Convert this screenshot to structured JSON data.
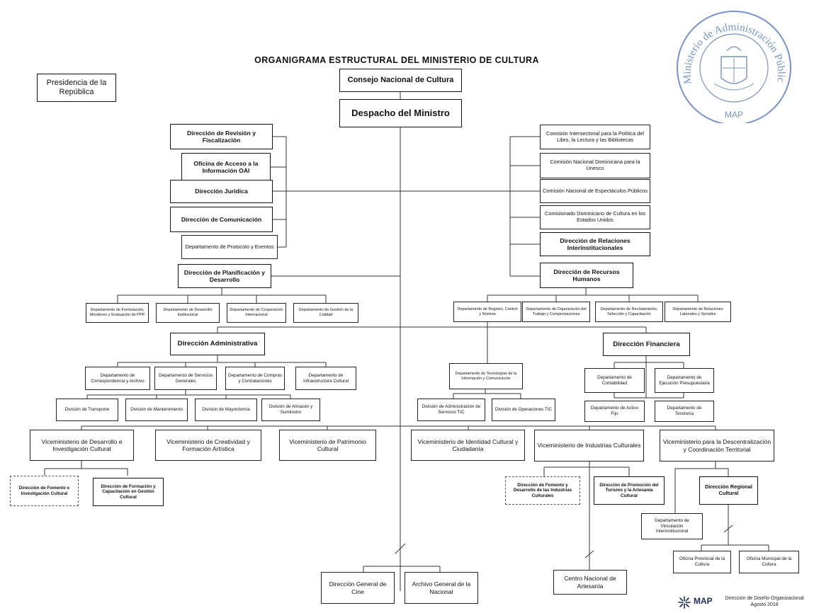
{
  "title": "ORGANIGRAMA ESTRUCTURAL DEL MINISTERIO DE CULTURA",
  "nodes": {
    "presidencia": "Presidencia de la República",
    "consejo": "Consejo Nacional de Cultura",
    "despacho": "Despacho del Ministro",
    "revision": "Dirección de Revisión y Fiscalización",
    "oai": "Oficina de Acceso a la Información OAI",
    "juridica": "Dirección Jurídica",
    "comunicacion": "Dirección de Comunicación",
    "protocolo": "Departamento de Protocolo y Eventos",
    "planificacion": "Dirección de Planificación y Desarrollo",
    "formulacion": "Departamento de Formulación, Monitoreo y Evaluación de PPP",
    "desarrollo_inst": "Departamento de Desarrollo Institucional",
    "cooperacion": "Departamento de Cooperación Internacional",
    "gestion_calidad": "Departamento de Gestión de la Calidad",
    "comision_libro": "Comisión Intersectorial para la Política del Libro, la Lectura y las Bibliotecas",
    "comision_unesco": "Comisión Nacional Dominicana para la Unesco",
    "comision_espectaculos": "Comisión Nacional de Espectáculos Públicos",
    "comisionado_eeuu": "Comisionado Dominicano de Cultura en los Estados Unidos",
    "relaciones_inter": "Dirección de Relaciones Interinstitucionales",
    "rrhh": "Dirección de Recursos Humanos",
    "registro": "Departamento de Registro, Control y Nómina",
    "organizacion_trabajo": "Departamento de Organización del Trabajo y Compensaciones",
    "reclutamiento": "Departamento de Reclutamiento, Selección y Capacitación",
    "relaciones_laborales": "Departamento de Relaciones Laborales y Sociales",
    "administrativa": "Dirección Administrativa",
    "financiera": "Dirección Financiera",
    "correspondencia": "Departamento de Correspondencia y Archivo",
    "servicios_generales": "Departamento de Servicios Generales",
    "compras": "Departamento de Compras y Contrataciones",
    "infraestructura": "Departamento de Infraestructura Cultural",
    "transporte": "División de Transporte",
    "mantenimiento": "División de Mantenimiento",
    "mayordomia": "División de Mayordomía",
    "almacen": "División de Almacén y Suministro",
    "tic": "Departamento de Tecnologías de la Información y Comunicación",
    "admin_servicios_tic": "División de Administración de Servicios TIC",
    "operaciones_tic": "División de Operaciones TIC",
    "contabilidad": "Departamento de Contabilidad",
    "ejecucion_presupuestaria": "Departamento de Ejecución Presupuestaria",
    "activo_fijo": "Departamento de Activo Fijo",
    "tesoreria": "Departamento de Tesorería",
    "vm_desarrollo": "Viceministerio de Desarrollo e Investigación Cultural",
    "vm_creatividad": "Viceministerio de Creatividad y Formación Artística",
    "vm_patrimonio": "Viceministerio de Patrimonio Cultural",
    "vm_identidad": "Viceministerio de Identidad Cultural y Ciudadanía",
    "vm_industrias": "Viceministerio de Industrias Culturales",
    "vm_descentralizacion": "Viceministerio para la Descentralización y Coordinación Territorial",
    "fomento_investigacion": "Dirección de Fomento e Investigación Cultural",
    "formacion_capacitacion": "Dirección de Formación y Capacitación en Gestión Cultural",
    "fomento_industrias": "Dirección de Fomento y Desarrollo de las Industrias Culturales",
    "promocion_turismo": "Dirección de Promoción del Turismo y la Artesanía Cultural",
    "regional": "Dirección Regional Cultural",
    "vinculacion": "Departamento de Vinculación Interinstitucional",
    "oficina_provincial": "Oficina Provincial de la Cultura",
    "oficina_municipal": "Oficina Municipal de la Cultura",
    "cine": "Dirección General de Cine",
    "archivo_general": "Archivo General de la Nacional",
    "artesania": "Centro Nacional de Artesanía"
  },
  "stamp": {
    "text": "Ministerio de Administración Pública",
    "abbr": "MAP",
    "color": "#5b7fc7"
  },
  "footer": {
    "logo": "MAP",
    "dept": "Dirección de Diseño Organizacional",
    "date": "Agosto 2018",
    "logo_color": "#1b2c57"
  }
}
